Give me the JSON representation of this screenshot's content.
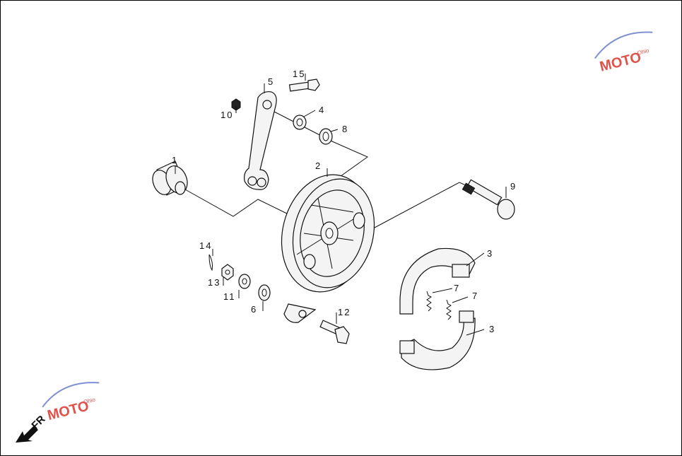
{
  "labels": {
    "p1": "1",
    "p2": "2",
    "p3a": "3",
    "p3b": "3",
    "p4": "4",
    "p5": "5",
    "p6": "6",
    "p7a": "7",
    "p7b": "7",
    "p8": "8",
    "p9": "9",
    "p10": "10",
    "p11": "11",
    "p12": "12",
    "p13": "13",
    "p14": "14",
    "p15": "15"
  },
  "watermark": {
    "text": "MOTO",
    "sub": "Ohio"
  },
  "direction": {
    "text": "FR"
  },
  "colors": {
    "watermark_red": "#e0524a",
    "watermark_blue": "#7f8fd0",
    "watermark_gray": "#9a9a9a"
  }
}
